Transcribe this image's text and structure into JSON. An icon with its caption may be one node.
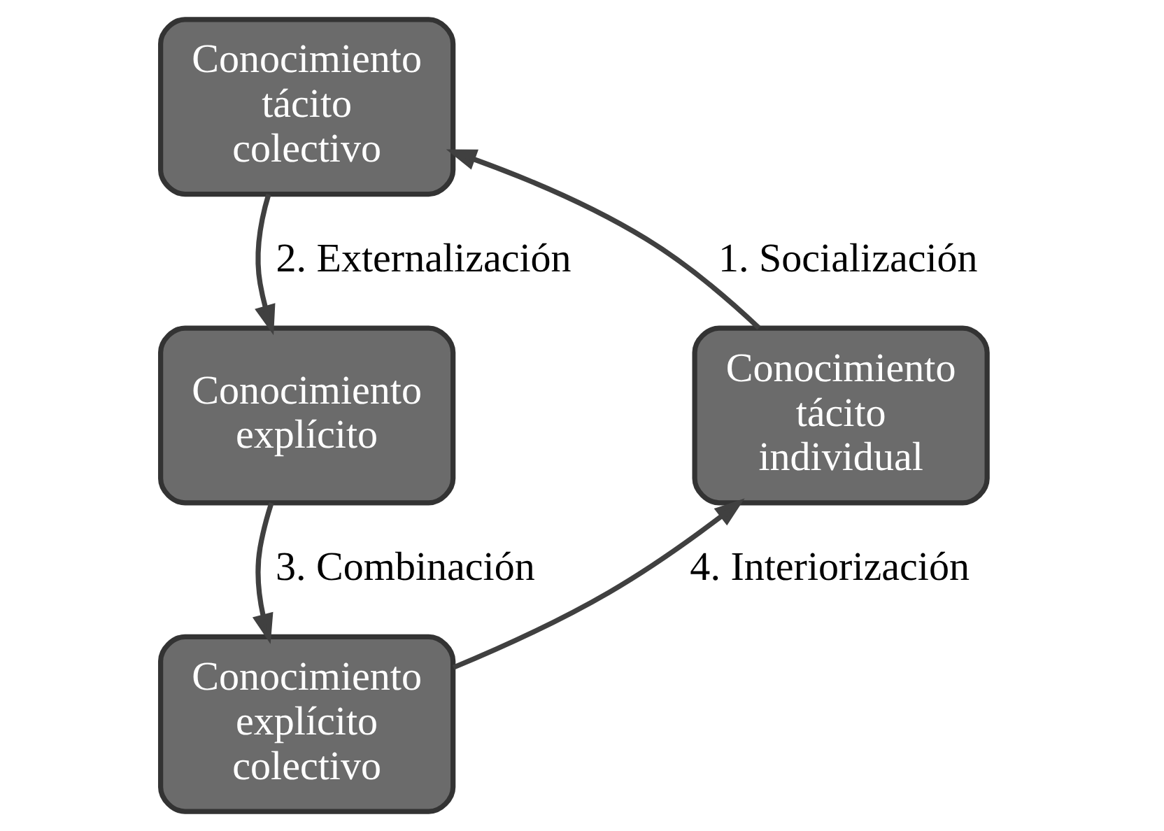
{
  "diagram": {
    "nodes": [
      {
        "text": [
          "Conocimiento tácito colectivo"
        ]
      },
      {
        "text": [
          "Conocimiento explícito"
        ]
      },
      {
        "text": [
          "Conocimiento explícito colectivo"
        ]
      },
      {
        "text": [
          "Conocimiento tácito individual"
        ]
      }
    ],
    "edges": [
      {
        "from": 3,
        "to": 0,
        "arrow": "to",
        "label": "1. Socialización"
      },
      {
        "from": 0,
        "to": 1,
        "arrow": "to",
        "label": "2. Externalización"
      },
      {
        "from": 1,
        "to": 2,
        "arrow": "to",
        "label": "3. Combinación"
      },
      {
        "from": 2,
        "to": 3,
        "arrow": "to",
        "label": "4. Interiorización"
      }
    ]
  }
}
